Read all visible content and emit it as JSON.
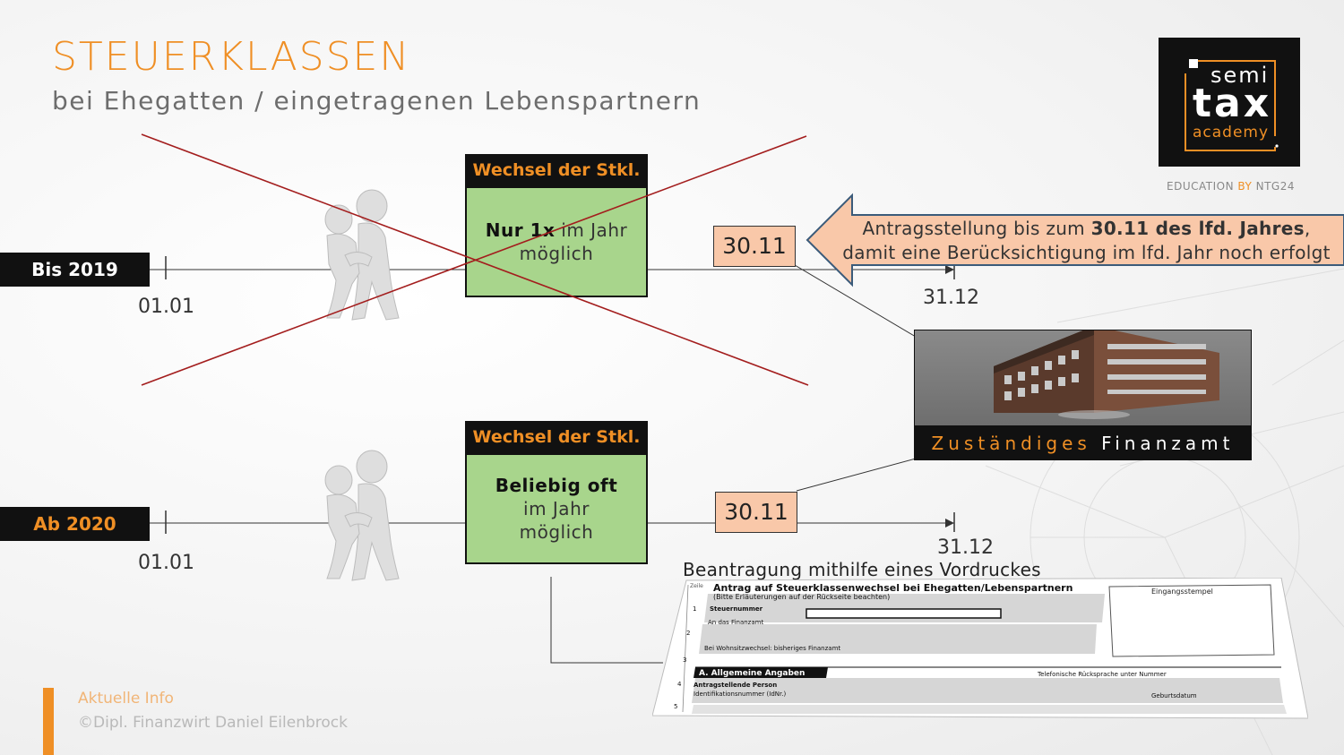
{
  "title": "STEUERKLASSEN",
  "subtitle": "bei Ehegatten / eingetragenen Lebenspartnern",
  "timelines": [
    {
      "label": "Bis 2019",
      "start": "01.01",
      "end": "31.12",
      "deadline": "30.11",
      "header": "Wechsel der Stkl.",
      "box_bold": "Nur 1x",
      "box_rest": " im Jahr möglich"
    },
    {
      "label": "Ab 2020",
      "start": "01.01",
      "end": "31.12",
      "deadline": "30.11",
      "header": "Wechsel der Stkl.",
      "box_bold": "Beliebig oft",
      "box_rest": " im Jahr möglich"
    }
  ],
  "banner": {
    "text_pre": "Antragsstellung bis zum ",
    "text_bold": "30.11 des lfd. Jahres",
    "text_post": ", damit eine Berücksichtigung im lfd. Jahr noch erfolgt"
  },
  "finanzamt": {
    "label_accent": "Zuständiges",
    "label_rest": " Finanzamt"
  },
  "logo": {
    "line1": "semi",
    "line2": "tax",
    "line3": "academy",
    "tagline_pre": "EDUCATION ",
    "tagline_accent": "BY",
    "tagline_post": " NTG24"
  },
  "form": {
    "caption": "Beantragung mithilfe eines Vordruckes",
    "zeile": "Zeile",
    "heading": "Antrag auf Steuerklassenwechsel bei Ehegatten/Lebenspartnern",
    "subheading": "(Bitte Erläuterungen auf der Rückseite beachten)",
    "eingangsstempel": "Eingangsstempel",
    "steuernummer": "Steuernummer",
    "finanzamt": "An das Finanzamt",
    "wohnsitz": "Bei Wohnsitzwechsel: bisheriges Finanzamt",
    "section_a": "A. Allgemeine Angaben",
    "telefon": "Telefonische Rücksprache unter Nummer",
    "person": "Antragstellende Person",
    "idnr": "Identifikationsnummer (IdNr.)",
    "geburtsdatum": "Geburtsdatum",
    "rows": [
      "1",
      "2",
      "3",
      "4",
      "5"
    ]
  },
  "footer": {
    "info": "Aktuelle Info",
    "author": "©Dipl. Finanzwirt Daniel Eilenbrock"
  },
  "colors": {
    "accent": "#ef8f25",
    "box_green": "#a8d58c",
    "deadline_fill": "#f9c8a9",
    "cross": "#a31d1d"
  }
}
